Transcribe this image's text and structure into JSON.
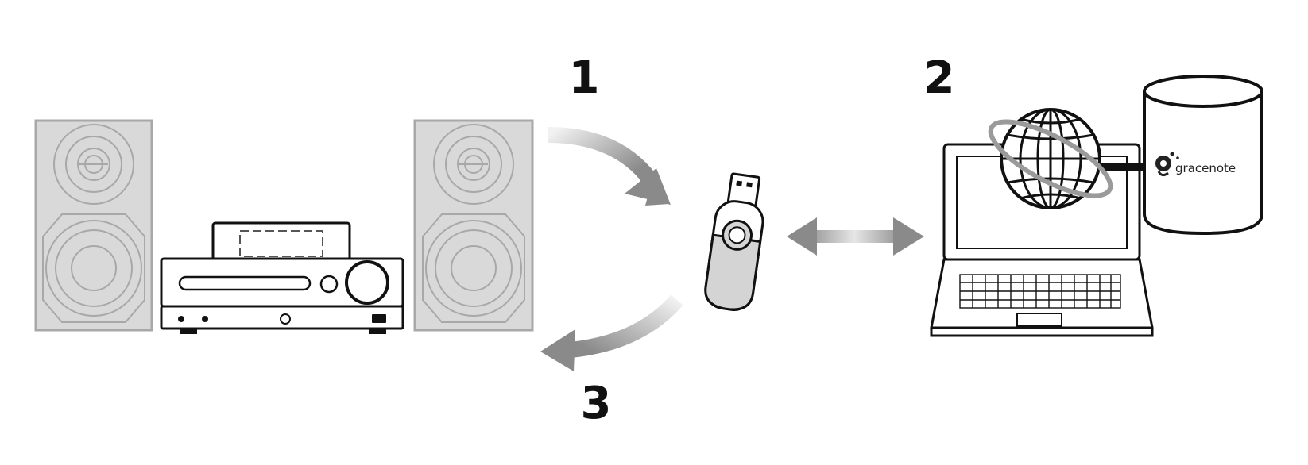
{
  "steps": [
    {
      "label": "1"
    },
    {
      "label": "2"
    },
    {
      "label": "3"
    }
  ],
  "database": {
    "brand_text": "gracenote"
  },
  "colors": {
    "speaker_fill": "#d9d9d9",
    "speaker_stroke": "#a8a8a8",
    "line": "#111111",
    "arrow_light": "#eeeeee",
    "arrow_dark": "#8a8a8a"
  }
}
